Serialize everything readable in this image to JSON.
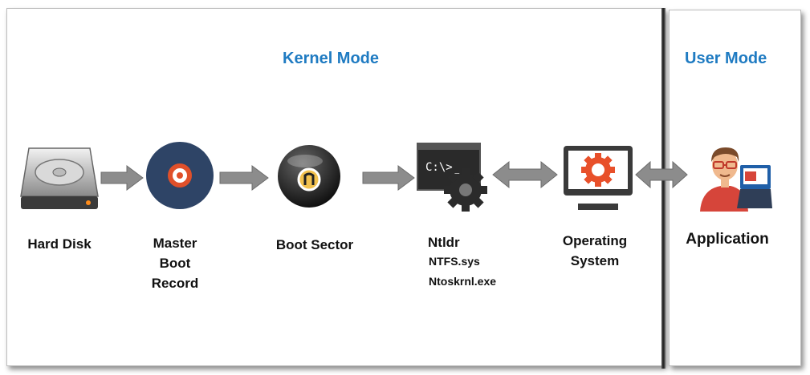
{
  "sections": {
    "kernel": "Kernel Mode",
    "user": "User Mode"
  },
  "nodes": {
    "hard_disk": "Hard Disk",
    "mbr": [
      "Master",
      "Boot",
      "Record"
    ],
    "boot_sector": "Boot Sector",
    "ntldr": "Ntldr",
    "ntldr_files": [
      "NTFS.sys",
      "Ntoskrnl.exe"
    ],
    "os": [
      "Operating",
      "System"
    ],
    "application": "Application"
  },
  "terminal_prompt": "C:\\>_",
  "colors": {
    "accent": "#1f7bc2",
    "mbr_disc": "#2e4466",
    "mbr_center": "#e0502a",
    "gear": "#e8502a",
    "monitor": "#3a3a3a"
  },
  "icons": [
    "hard-disk-icon",
    "disc-icon",
    "boot-disk-icon",
    "terminal-gear-icon",
    "monitor-gear-icon",
    "user-laptop-icon"
  ]
}
